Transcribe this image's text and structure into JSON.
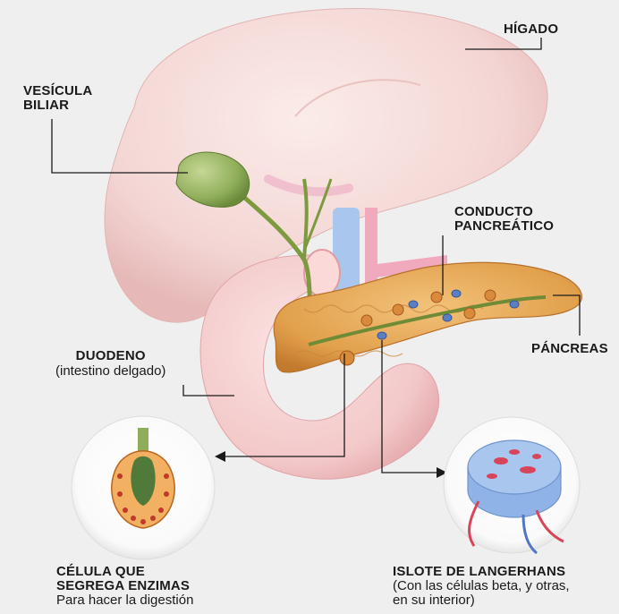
{
  "labels": {
    "higado": "HÍGADO",
    "vesicula_line1": "VESÍCULA",
    "vesicula_line2": "BILIAR",
    "conducto_line1": "CONDUCTO",
    "conducto_line2": "PANCREÁTICO",
    "pancreas": "PÁNCREAS",
    "duodeno_title": "DUODENO",
    "duodeno_sub": "(intestino delgado)",
    "celula_line1": "CÉLULA QUE",
    "celula_line2": "SEGREGA ENZIMAS",
    "celula_sub": "Para hacer la digestión",
    "islote_title": "ISLOTE DE LANGERHANS",
    "islote_sub1": "(Con las células beta, y otras,",
    "islote_sub2": "en su interior)"
  },
  "colors": {
    "background": "#efefef",
    "liver": "#f3d6d4",
    "gallbladder": "#8fae5a",
    "pancreas": "#e2a04e",
    "duodenum": "#f5cfd0",
    "vessel_blue": "#a9c7ee",
    "vessel_pink": "#f1a9bd",
    "duct_green": "#7d9a3e",
    "leader_line": "#1a1a1a"
  }
}
